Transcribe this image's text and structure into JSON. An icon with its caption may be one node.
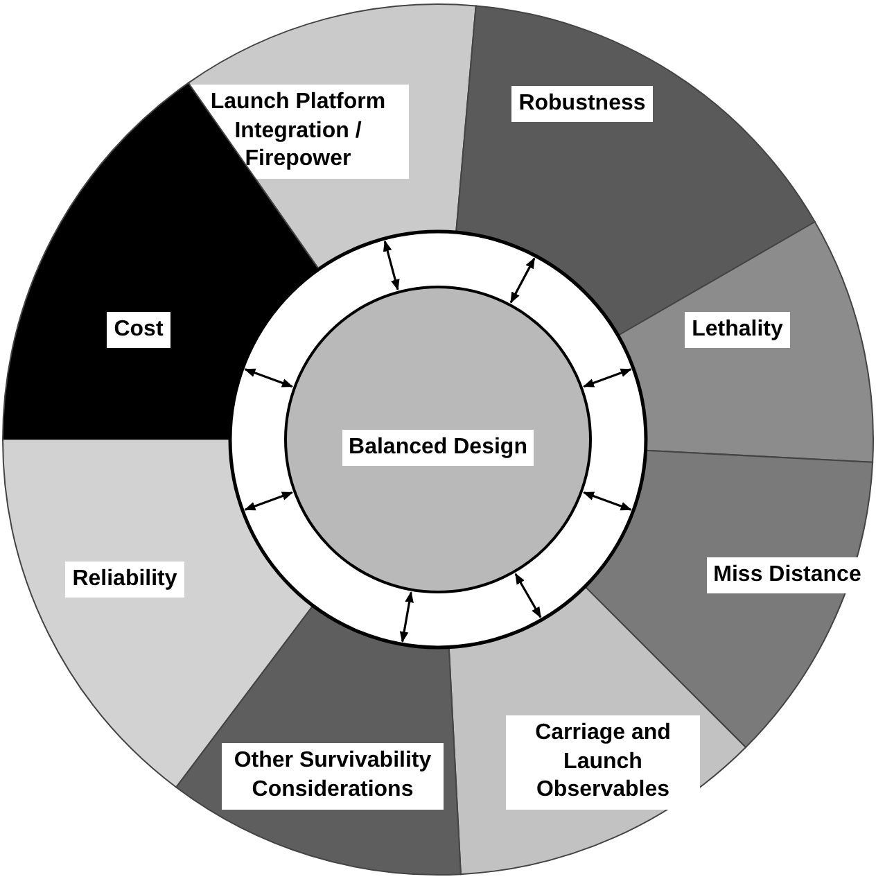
{
  "diagram": {
    "nodes": [
      {
        "text": [
          "Balanced Design"
        ]
      },
      {
        "text": [
          "Launch Platform Integration / Firepower"
        ]
      },
      {
        "text": [
          "Robustness"
        ]
      },
      {
        "text": [
          "Lethality"
        ]
      },
      {
        "text": [
          "Miss Distance"
        ]
      },
      {
        "text": [
          "Carriage and Launch Observables"
        ]
      },
      {
        "text": [
          "Other Survivability Considerations"
        ]
      },
      {
        "text": [
          "Reliability"
        ]
      },
      {
        "text": [
          "Cost"
        ]
      }
    ],
    "edges": [
      {
        "from": 0,
        "to": 1,
        "arrow": "both"
      },
      {
        "from": 0,
        "to": 2,
        "arrow": "both"
      },
      {
        "from": 0,
        "to": 3,
        "arrow": "both"
      },
      {
        "from": 0,
        "to": 4,
        "arrow": "both"
      },
      {
        "from": 0,
        "to": 5,
        "arrow": "both"
      },
      {
        "from": 0,
        "to": 6,
        "arrow": "both"
      },
      {
        "from": 0,
        "to": 7,
        "arrow": "both"
      },
      {
        "from": 0,
        "to": 8,
        "arrow": "both"
      }
    ]
  }
}
